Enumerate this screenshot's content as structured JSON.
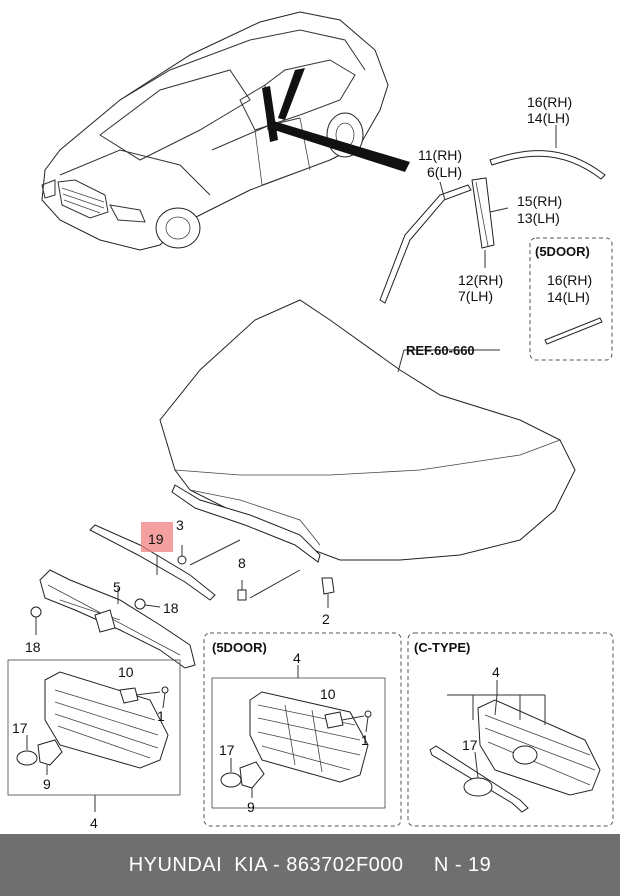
{
  "labels": {
    "p16rh_top": "16(RH)",
    "p14lh_top": "14(LH)",
    "p11rh": "11(RH)",
    "p6lh": "6(LH)",
    "p15rh": "15(RH)",
    "p13lh": "13(LH)",
    "p12rh": "12(RH)",
    "p7lh": "7(LH)",
    "fivedoor_a": "(5DOOR)",
    "p16rh_b": "16(RH)",
    "p14lh_b": "14(LH)",
    "ref": "REF.60-660",
    "p3": "3",
    "p19": "19",
    "p8": "8",
    "p5": "5",
    "p18_a": "18",
    "p18_b": "18",
    "p2": "2",
    "p10_a": "10",
    "p1_a": "1",
    "p17_a": "17",
    "p9_a": "9",
    "p4_a": "4",
    "fivedoor_b": "(5DOOR)",
    "p4_b": "4",
    "p10_b": "10",
    "p1_b": "1",
    "p17_b": "17",
    "p9_b": "9",
    "ctype": "(C-TYPE)",
    "p4_c": "4",
    "p17_c": "17"
  },
  "highlight_color": "#f08080",
  "footer": {
    "text": "HYUNDAI  KIA - 863702F000     N - 19"
  }
}
